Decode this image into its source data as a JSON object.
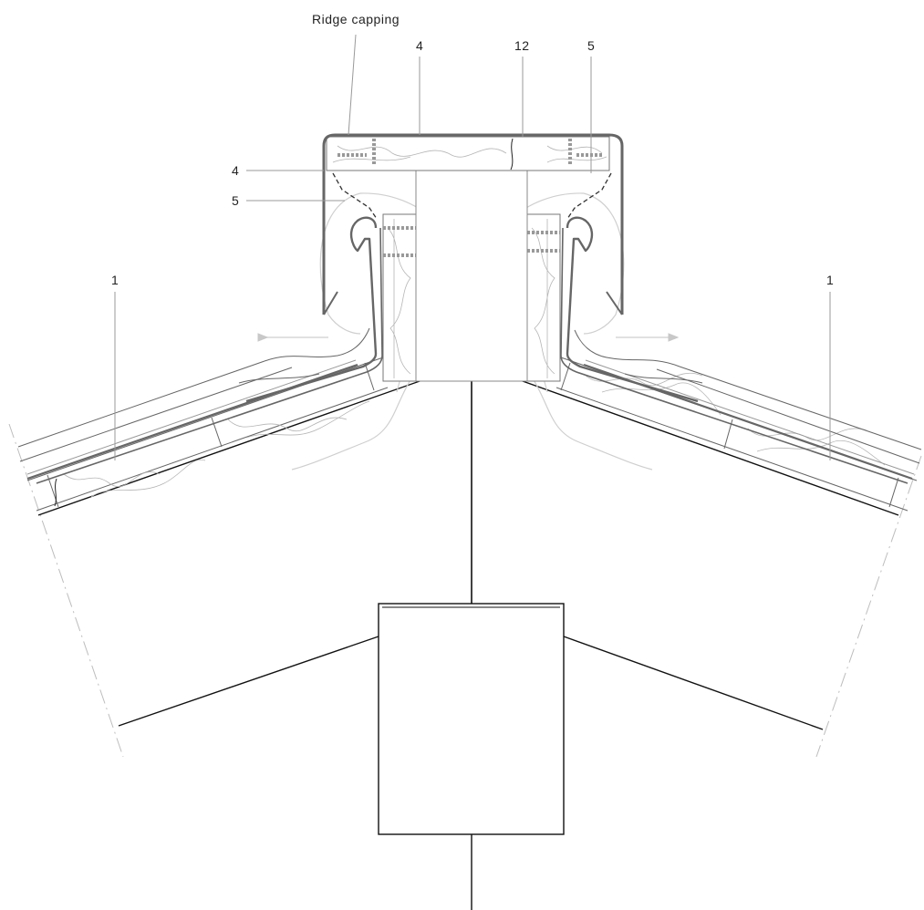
{
  "labels": {
    "ridge_capping": "Ridge capping",
    "top_4": "4",
    "top_12": "12",
    "top_5": "5",
    "left_4": "4",
    "left_5": "5",
    "left_1": "1",
    "right_1": "1"
  },
  "colors": {
    "line_dark": "#111111",
    "line_mid": "#666666",
    "line_light": "#bdbdbd",
    "sheet_metal": "#777777",
    "airflow": "#c8c8c8"
  }
}
